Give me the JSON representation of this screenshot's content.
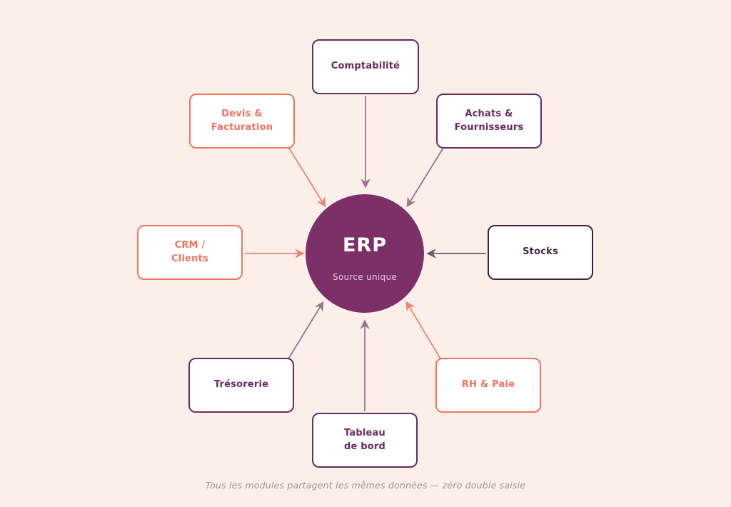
{
  "colors": {
    "background": "#FAF0E9",
    "box_bg": "#FFFFFF",
    "coral": "#F0745F",
    "purple": "#6B2A62",
    "dark": "#3F2442",
    "circle": "#7C3067",
    "circle_text": "#FFFFFF",
    "circle_subtext": "#E3CBDC",
    "arrow_coral": "#F0836F",
    "arrow_mauve": "#9C7492",
    "arrow_slate": "#6F5A68",
    "caption": "#A6948C"
  },
  "center": {
    "title": "ERP",
    "subtitle": "Source unique"
  },
  "modules": [
    {
      "id": "comptabilite",
      "label": "Comptabilité",
      "accent": "purple",
      "arrow": "arrow_mauve"
    },
    {
      "id": "devis",
      "label": "Devis &\nFacturation",
      "accent": "coral",
      "arrow": "arrow_coral"
    },
    {
      "id": "achats",
      "label": "Achats &\nFournisseurs",
      "accent": "purple",
      "arrow": "arrow_mauve"
    },
    {
      "id": "crm",
      "label": "CRM /\nClients",
      "accent": "coral",
      "arrow": "arrow_coral"
    },
    {
      "id": "stocks",
      "label": "Stocks",
      "accent": "dark",
      "arrow": "arrow_slate"
    },
    {
      "id": "tresorerie",
      "label": "Trésorerie",
      "accent": "purple",
      "arrow": "arrow_mauve"
    },
    {
      "id": "rh",
      "label": "RH & Paie",
      "accent": "coral",
      "arrow": "arrow_coral"
    },
    {
      "id": "tableau",
      "label": "Tableau\nde bord",
      "accent": "purple",
      "arrow": "arrow_mauve"
    }
  ],
  "caption": "Tous les modules partagent les mêmes données — zéro double saisie"
}
